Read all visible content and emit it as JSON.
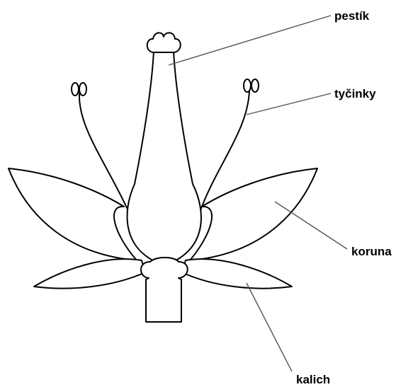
{
  "labels": {
    "pistil": "pestík",
    "stamens": "tyčinky",
    "corolla": "koruna",
    "calyx": "kalich"
  },
  "colors": {
    "outline": "#000000",
    "leader": "#555555",
    "background": "#ffffff"
  }
}
